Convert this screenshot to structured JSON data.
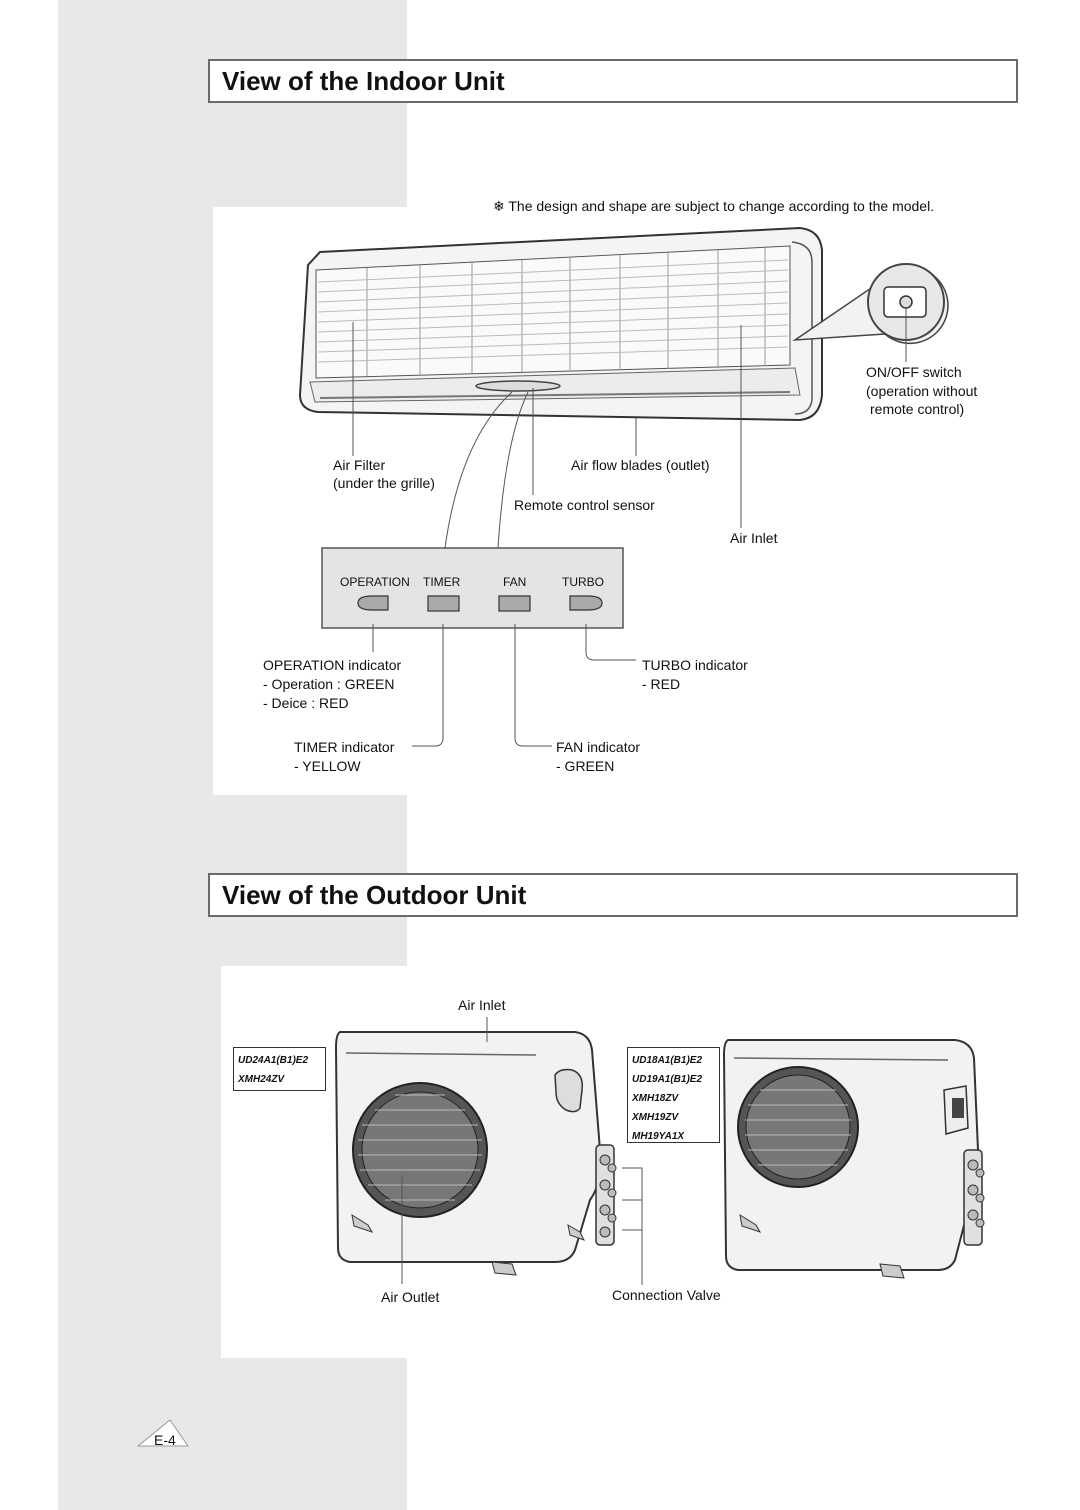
{
  "page": {
    "page_number": "E-4"
  },
  "indoor": {
    "title": "View of the Indoor Unit",
    "note": "❄ The design and shape are subject to change according to the model.",
    "labels": {
      "air_filter": "Air Filter",
      "air_filter_sub": "(under the grille)",
      "air_flow_blades": "Air flow blades (outlet)",
      "remote_sensor": "Remote control sensor",
      "air_inlet": "Air Inlet",
      "on_off_1": "ON/OFF switch",
      "on_off_2": "(operation without",
      "on_off_3": "remote control)"
    },
    "panel": {
      "operation": "OPERATION",
      "timer": "TIMER",
      "fan": "FAN",
      "turbo": "TURBO"
    },
    "indicators": {
      "operation_title": "OPERATION indicator",
      "operation_line1": "- Operation : GREEN",
      "operation_line2": "- Deice : RED",
      "turbo_title": "TURBO indicator",
      "turbo_line1": "- RED",
      "timer_title": "TIMER indicator",
      "timer_line1": "- YELLOW",
      "fan_title": "FAN indicator",
      "fan_line1": "- GREEN"
    }
  },
  "outdoor": {
    "title": "View of the Outdoor Unit",
    "labels": {
      "air_inlet": "Air Inlet",
      "air_outlet": "Air Outlet",
      "connection_valve": "Connection Valve"
    },
    "models_left": [
      "UD24A1(B1)E2",
      "XMH24ZV"
    ],
    "models_right": [
      "UD18A1(B1)E2",
      "UD19A1(B1)E2",
      "XMH18ZV",
      "XMH19ZV",
      "MH19YA1X"
    ]
  }
}
